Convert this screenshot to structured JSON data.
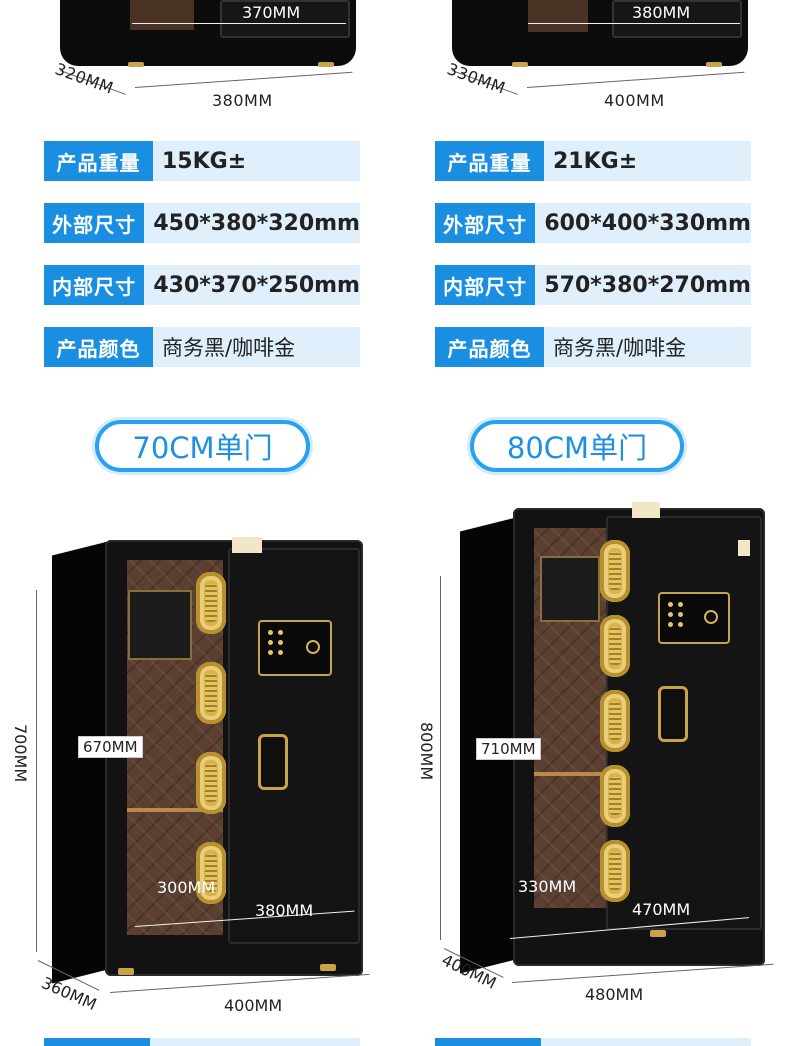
{
  "colors": {
    "accent": "#1a8fe2",
    "accent_light": "#dff0fc",
    "gold": "#c9a24a",
    "safe_black": "#121212",
    "interior_brown": "#5b3f30"
  },
  "left_top": {
    "inner_width": "370MM",
    "width": "380MM",
    "depth": "320MM"
  },
  "right_top": {
    "inner_width": "380MM",
    "width": "400MM",
    "depth": "330MM"
  },
  "left_specs": [
    {
      "key": "产品重量",
      "value": "15KG±"
    },
    {
      "key": "外部尺寸",
      "value": "450*380*320mm"
    },
    {
      "key": "内部尺寸",
      "value": "430*370*250mm"
    },
    {
      "key": "产品颜色",
      "value": "商务黑/咖啡金"
    }
  ],
  "right_specs": [
    {
      "key": "产品重量",
      "value": "21KG±"
    },
    {
      "key": "外部尺寸",
      "value": "600*400*330mm"
    },
    {
      "key": "内部尺寸",
      "value": "570*380*270mm"
    },
    {
      "key": "产品颜色",
      "value": "商务黑/咖啡金"
    }
  ],
  "left_model": {
    "title": "70CM单门",
    "height": "700MM",
    "inner_height": "670MM",
    "inner_depth": "300MM",
    "inner_width": "380MM",
    "depth": "360MM",
    "width": "400MM"
  },
  "right_model": {
    "title": "80CM单门",
    "height": "800MM",
    "inner_height": "710MM",
    "inner_depth": "330MM",
    "inner_width": "470MM",
    "depth": "400MM",
    "width": "480MM"
  },
  "icons": [
    "safe-product-image",
    "keypad-icon",
    "handle-icon"
  ]
}
